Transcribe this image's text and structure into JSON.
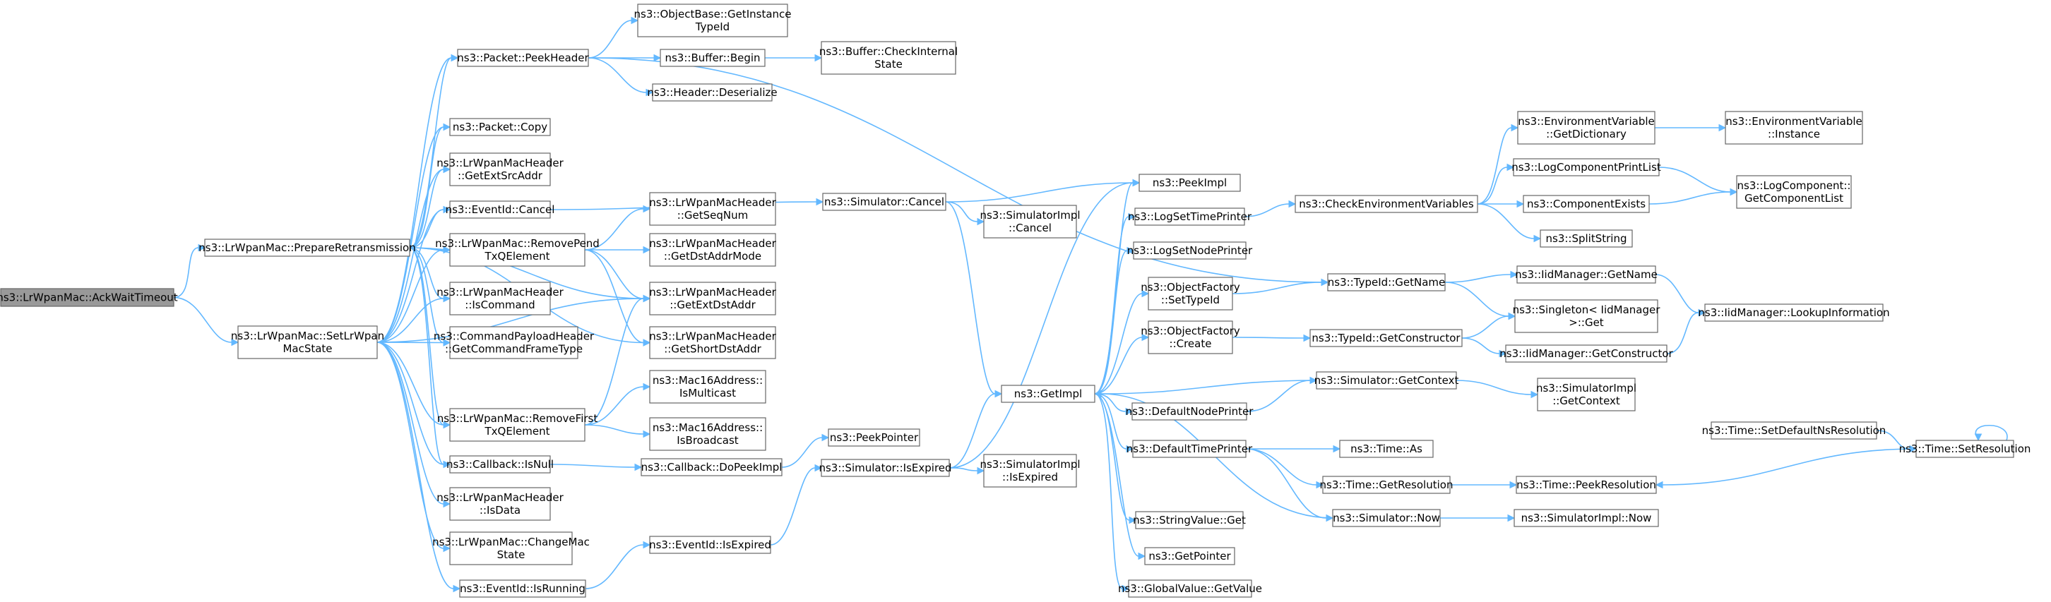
{
  "graph": {
    "nodes": [
      {
        "id": "root",
        "lines": [
          "ns3::LrWpanMac::AckWaitTimeout"
        ],
        "root": true
      },
      {
        "id": "prep",
        "lines": [
          "ns3::LrWpanMac::PrepareRetransmission"
        ]
      },
      {
        "id": "setstate",
        "lines": [
          "ns3::LrWpanMac::SetLrWpan",
          "MacState"
        ]
      },
      {
        "id": "peekhdr",
        "lines": [
          "ns3::Packet::PeekHeader"
        ]
      },
      {
        "id": "copy",
        "lines": [
          "ns3::Packet::Copy"
        ]
      },
      {
        "id": "extsrc",
        "lines": [
          "ns3::LrWpanMacHeader",
          "::GetExtSrcAddr"
        ]
      },
      {
        "id": "cancelid",
        "lines": [
          "ns3::EventId::Cancel"
        ]
      },
      {
        "id": "removepend",
        "lines": [
          "ns3::LrWpanMac::RemovePend",
          "TxQElement"
        ]
      },
      {
        "id": "iscmd",
        "lines": [
          "ns3::LrWpanMacHeader",
          "::IsCommand"
        ]
      },
      {
        "id": "cmdframe",
        "lines": [
          "ns3::CommandPayloadHeader",
          "::GetCommandFrameType"
        ]
      },
      {
        "id": "removefirst",
        "lines": [
          "ns3::LrWpanMac::RemoveFirst",
          "TxQElement"
        ]
      },
      {
        "id": "isnull",
        "lines": [
          "ns3::Callback::IsNull"
        ]
      },
      {
        "id": "isdata",
        "lines": [
          "ns3::LrWpanMacHeader",
          "::IsData"
        ]
      },
      {
        "id": "changemac",
        "lines": [
          "ns3::LrWpanMac::ChangeMac",
          "State"
        ]
      },
      {
        "id": "isrunning",
        "lines": [
          "ns3::EventId::IsRunning"
        ]
      },
      {
        "id": "gettid",
        "lines": [
          "ns3::ObjectBase::GetInstance",
          "TypeId"
        ]
      },
      {
        "id": "bufbegin",
        "lines": [
          "ns3::Buffer::Begin"
        ]
      },
      {
        "id": "deser",
        "lines": [
          "ns3::Header::Deserialize"
        ]
      },
      {
        "id": "checkint",
        "lines": [
          "ns3::Buffer::CheckInternal",
          "State"
        ]
      },
      {
        "id": "seqnum",
        "lines": [
          "ns3::LrWpanMacHeader",
          "::GetSeqNum"
        ]
      },
      {
        "id": "dstmode",
        "lines": [
          "ns3::LrWpanMacHeader",
          "::GetDstAddrMode"
        ]
      },
      {
        "id": "extdst",
        "lines": [
          "ns3::LrWpanMacHeader",
          "::GetExtDstAddr"
        ]
      },
      {
        "id": "shortdst",
        "lines": [
          "ns3::LrWpanMacHeader",
          "::GetShortDstAddr"
        ]
      },
      {
        "id": "ismulti",
        "lines": [
          "ns3::Mac16Address::",
          "IsMulticast"
        ]
      },
      {
        "id": "isbroad",
        "lines": [
          "ns3::Mac16Address::",
          "IsBroadcast"
        ]
      },
      {
        "id": "dopeek",
        "lines": [
          "ns3::Callback::DoPeekImpl"
        ]
      },
      {
        "id": "evexp",
        "lines": [
          "ns3::EventId::IsExpired"
        ]
      },
      {
        "id": "simcancel",
        "lines": [
          "ns3::Simulator::Cancel"
        ]
      },
      {
        "id": "simimplcancel",
        "lines": [
          "ns3::SimulatorImpl",
          "::Cancel"
        ]
      },
      {
        "id": "peekptr",
        "lines": [
          "ns3::PeekPointer"
        ]
      },
      {
        "id": "simexp",
        "lines": [
          "ns3::Simulator::IsExpired"
        ]
      },
      {
        "id": "simimplexp",
        "lines": [
          "ns3::SimulatorImpl",
          "::IsExpired"
        ]
      },
      {
        "id": "getimpl",
        "lines": [
          "ns3::GetImpl"
        ]
      },
      {
        "id": "peekimpl",
        "lines": [
          "ns3::PeekImpl"
        ]
      },
      {
        "id": "logtime",
        "lines": [
          "ns3::LogSetTimePrinter"
        ]
      },
      {
        "id": "lognode",
        "lines": [
          "ns3::LogSetNodePrinter"
        ]
      },
      {
        "id": "ofset",
        "lines": [
          "ns3::ObjectFactory",
          "::SetTypeId"
        ]
      },
      {
        "id": "ofcreate",
        "lines": [
          "ns3::ObjectFactory",
          "::Create"
        ]
      },
      {
        "id": "defnode",
        "lines": [
          "ns3::DefaultNodePrinter"
        ]
      },
      {
        "id": "deftime",
        "lines": [
          "ns3::DefaultTimePrinter"
        ]
      },
      {
        "id": "strget",
        "lines": [
          "ns3::StringValue::Get"
        ]
      },
      {
        "id": "getptr",
        "lines": [
          "ns3::GetPointer"
        ]
      },
      {
        "id": "gvget",
        "lines": [
          "ns3::GlobalValue::GetValue"
        ]
      },
      {
        "id": "checkenv",
        "lines": [
          "ns3::CheckEnvironmentVariables"
        ]
      },
      {
        "id": "tidname",
        "lines": [
          "ns3::TypeId::GetName"
        ]
      },
      {
        "id": "tidctor",
        "lines": [
          "ns3::TypeId::GetConstructor"
        ]
      },
      {
        "id": "simctx",
        "lines": [
          "ns3::Simulator::GetContext"
        ]
      },
      {
        "id": "timeas",
        "lines": [
          "ns3::Time::As"
        ]
      },
      {
        "id": "timeres",
        "lines": [
          "ns3::Time::GetResolution"
        ]
      },
      {
        "id": "simnow",
        "lines": [
          "ns3::Simulator::Now"
        ]
      },
      {
        "id": "envdict",
        "lines": [
          "ns3::EnvironmentVariable",
          "::GetDictionary"
        ]
      },
      {
        "id": "logprint",
        "lines": [
          "ns3::LogComponentPrintList"
        ]
      },
      {
        "id": "compexists",
        "lines": [
          "ns3::ComponentExists"
        ]
      },
      {
        "id": "splitstr",
        "lines": [
          "ns3::SplitString"
        ]
      },
      {
        "id": "iidname",
        "lines": [
          "ns3::IidManager::GetName"
        ]
      },
      {
        "id": "singleton",
        "lines": [
          "ns3::Singleton< IidManager",
          " >::Get"
        ]
      },
      {
        "id": "iidctor",
        "lines": [
          "ns3::IidManager::GetConstructor"
        ]
      },
      {
        "id": "implctx",
        "lines": [
          "ns3::SimulatorImpl",
          "::GetContext"
        ]
      },
      {
        "id": "peekres",
        "lines": [
          "ns3::Time::PeekResolution"
        ]
      },
      {
        "id": "implnow",
        "lines": [
          "ns3::SimulatorImpl::Now"
        ]
      },
      {
        "id": "envinst",
        "lines": [
          "ns3::EnvironmentVariable",
          "::Instance"
        ]
      },
      {
        "id": "getcomplist",
        "lines": [
          "ns3::LogComponent::",
          "GetComponentList"
        ]
      },
      {
        "id": "iidlookup",
        "lines": [
          "ns3::IidManager::LookupInformation"
        ]
      },
      {
        "id": "setdefres",
        "lines": [
          "ns3::Time::SetDefaultNsResolution"
        ]
      },
      {
        "id": "setres",
        "lines": [
          "ns3::Time::SetResolution"
        ]
      }
    ],
    "edges": [
      [
        "root",
        "prep"
      ],
      [
        "root",
        "setstate"
      ],
      [
        "prep",
        "peekhdr"
      ],
      [
        "prep",
        "copy"
      ],
      [
        "prep",
        "extsrc"
      ],
      [
        "prep",
        "cancelid"
      ],
      [
        "prep",
        "removepend"
      ],
      [
        "prep",
        "iscmd"
      ],
      [
        "prep",
        "cmdframe"
      ],
      [
        "prep",
        "removefirst"
      ],
      [
        "prep",
        "isnull"
      ],
      [
        "prep",
        "extdst"
      ],
      [
        "prep",
        "shortdst"
      ],
      [
        "setstate",
        "peekhdr"
      ],
      [
        "setstate",
        "copy"
      ],
      [
        "setstate",
        "extsrc"
      ],
      [
        "setstate",
        "cancelid"
      ],
      [
        "setstate",
        "removepend"
      ],
      [
        "setstate",
        "iscmd"
      ],
      [
        "setstate",
        "cmdframe"
      ],
      [
        "setstate",
        "removefirst"
      ],
      [
        "setstate",
        "isnull"
      ],
      [
        "setstate",
        "isdata"
      ],
      [
        "setstate",
        "changemac"
      ],
      [
        "setstate",
        "isrunning"
      ],
      [
        "setstate",
        "extdst"
      ],
      [
        "peekhdr",
        "gettid"
      ],
      [
        "peekhdr",
        "bufbegin"
      ],
      [
        "peekhdr",
        "deser"
      ],
      [
        "peekhdr",
        "tidname"
      ],
      [
        "bufbegin",
        "checkint"
      ],
      [
        "cancelid",
        "simcancel"
      ],
      [
        "removepend",
        "seqnum"
      ],
      [
        "removepend",
        "dstmode"
      ],
      [
        "removepend",
        "extdst"
      ],
      [
        "removepend",
        "shortdst"
      ],
      [
        "removefirst",
        "extdst"
      ],
      [
        "removefirst",
        "ismulti"
      ],
      [
        "removefirst",
        "isbroad"
      ],
      [
        "isnull",
        "dopeek"
      ],
      [
        "dopeek",
        "peekptr"
      ],
      [
        "isrunning",
        "evexp"
      ],
      [
        "evexp",
        "simexp"
      ],
      [
        "simcancel",
        "simimplcancel"
      ],
      [
        "simcancel",
        "getimpl"
      ],
      [
        "simcancel",
        "peekimpl"
      ],
      [
        "simexp",
        "getimpl"
      ],
      [
        "simexp",
        "simimplexp"
      ],
      [
        "simexp",
        "peekimpl"
      ],
      [
        "getimpl",
        "peekimpl"
      ],
      [
        "getimpl",
        "logtime"
      ],
      [
        "getimpl",
        "lognode"
      ],
      [
        "getimpl",
        "ofset"
      ],
      [
        "getimpl",
        "ofcreate"
      ],
      [
        "getimpl",
        "defnode"
      ],
      [
        "getimpl",
        "deftime"
      ],
      [
        "getimpl",
        "strget"
      ],
      [
        "getimpl",
        "getptr"
      ],
      [
        "getimpl",
        "gvget"
      ],
      [
        "logtime",
        "checkenv"
      ],
      [
        "ofset",
        "tidname"
      ],
      [
        "ofcreate",
        "tidctor"
      ],
      [
        "simctx",
        "getimpl"
      ],
      [
        "simctx",
        "implctx"
      ],
      [
        "defnode",
        "simctx"
      ],
      [
        "deftime",
        "timeas"
      ],
      [
        "deftime",
        "timeres"
      ],
      [
        "deftime",
        "simnow"
      ],
      [
        "simnow",
        "getimpl"
      ],
      [
        "simnow",
        "implnow"
      ],
      [
        "timeres",
        "peekres"
      ],
      [
        "checkenv",
        "envdict"
      ],
      [
        "checkenv",
        "logprint"
      ],
      [
        "checkenv",
        "compexists"
      ],
      [
        "checkenv",
        "splitstr"
      ],
      [
        "envdict",
        "envinst"
      ],
      [
        "logprint",
        "getcomplist"
      ],
      [
        "compexists",
        "getcomplist"
      ],
      [
        "tidname",
        "iidname"
      ],
      [
        "tidname",
        "singleton"
      ],
      [
        "tidctor",
        "singleton"
      ],
      [
        "tidctor",
        "iidctor"
      ],
      [
        "iidname",
        "iidlookup"
      ],
      [
        "iidctor",
        "iidlookup"
      ],
      [
        "setdefres",
        "setres"
      ],
      [
        "setres",
        "peekres"
      ],
      [
        "setres",
        "setres"
      ]
    ]
  }
}
